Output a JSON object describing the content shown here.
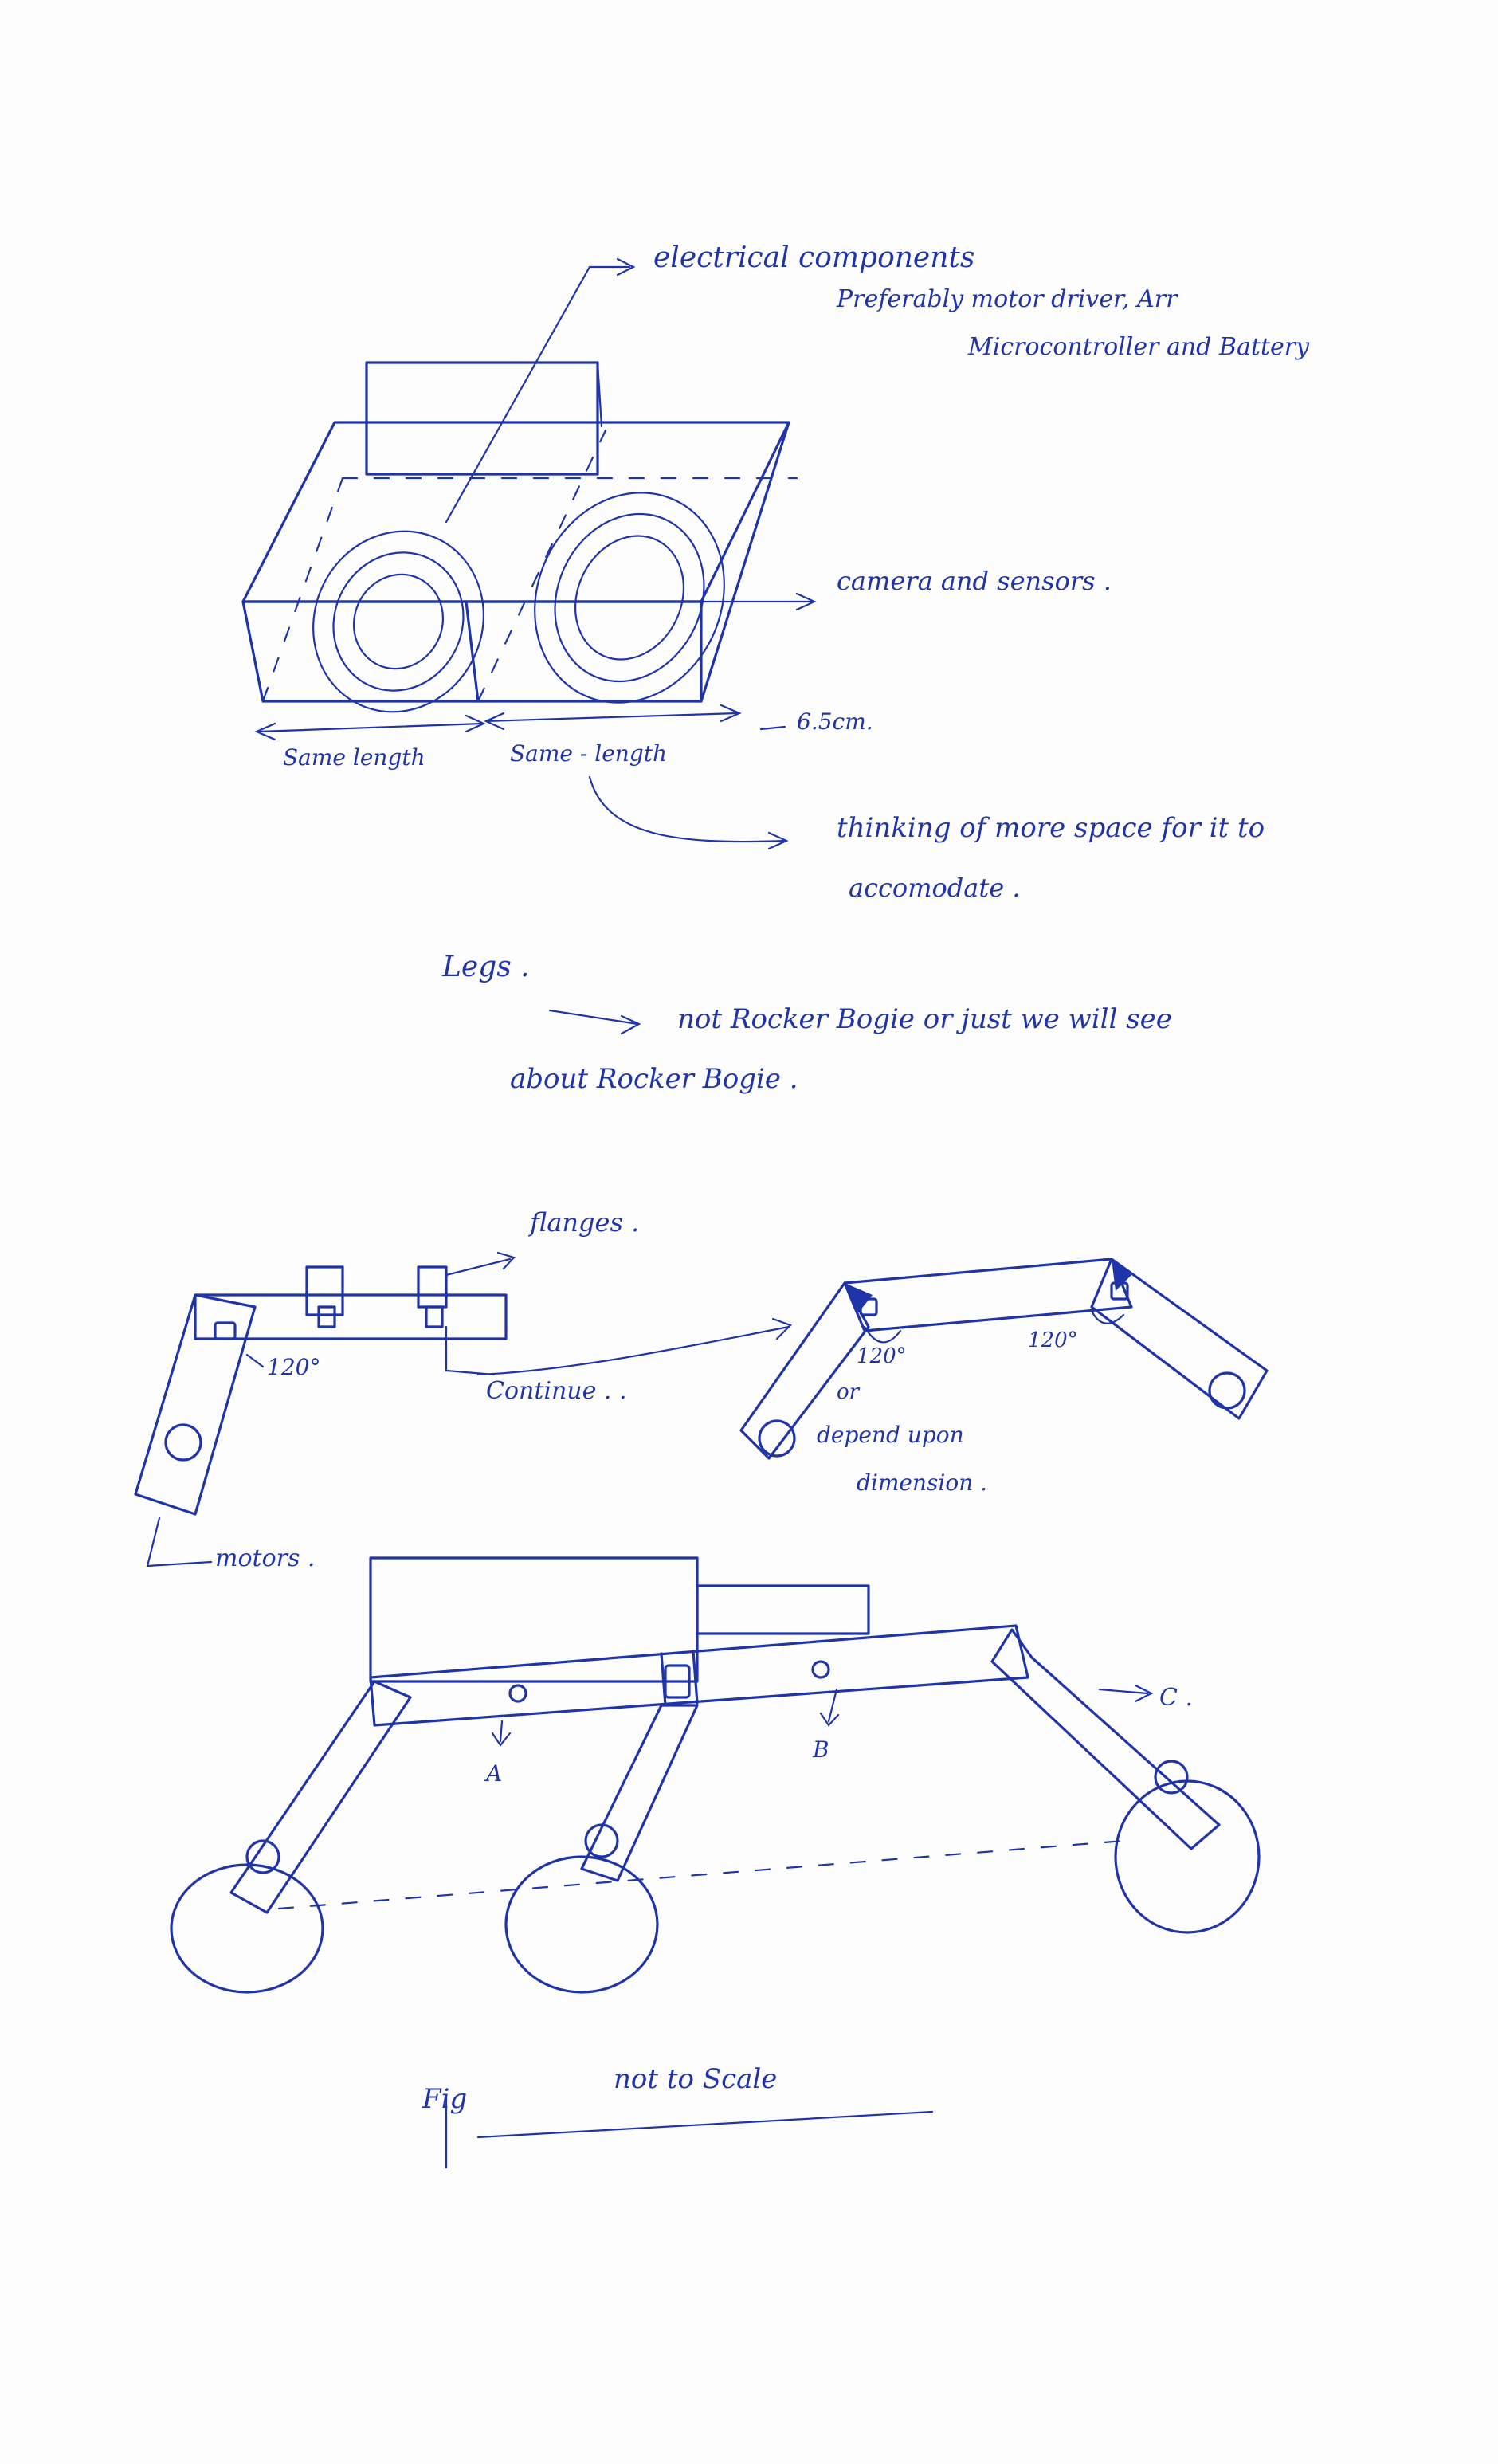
{
  "notes": {
    "electrical": "electrical components",
    "electrical_detail1": "Preferably motor driver, Arr",
    "electrical_detail2": "Microcontroller and Battery",
    "camera": "camera and sensors .",
    "length_left": "Same length",
    "length_right": "Same - length",
    "length_value": "6.5cm.",
    "space1": "thinking of more space for it to",
    "space2": "accomodate .",
    "legs": "Legs .",
    "rocker1": "not Rocker Bogie or just we will see",
    "rocker2": "about Rocker Bogie .",
    "flanges": "flanges .",
    "angle_left": "120°",
    "angle_mid": "120°",
    "angle_right": "120°",
    "continue": "Continue . .",
    "or": "or",
    "depend1": "depend upon",
    "depend2": "dimension .",
    "motors": "motors .",
    "label_a": "A",
    "label_b": "B",
    "label_c": "C .",
    "fig": "Fig",
    "not_to_scale": "not to Scale"
  }
}
